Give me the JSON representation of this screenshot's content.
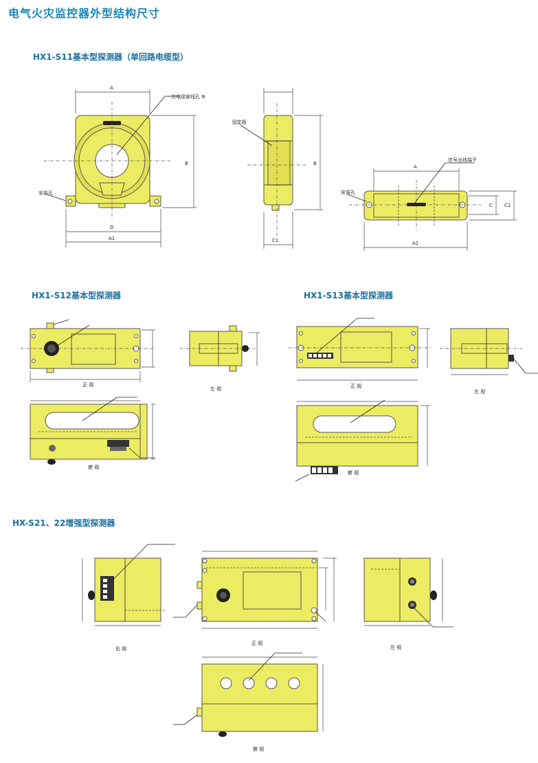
{
  "page_title": "电气火灾监控器外型结构尺寸",
  "sections": {
    "s11": "HX1-S11基本型探测器（单回路电缆型）",
    "s12": "HX1-S12基本型探测器",
    "s13": "HX1-S13基本型探测器",
    "s21": "HX-S21、22增强型探测器"
  },
  "labels": {
    "hole": "一次电缆穿线孔 Φ",
    "mount1": "安装孔",
    "plate": "固定板",
    "signal": "信号出线端子",
    "mount2": "安装孔"
  },
  "dims": {
    "A": "A",
    "B": "B",
    "D": "D",
    "A1": "A1",
    "C": "C",
    "C1": "C1"
  },
  "views": {
    "front": "正 视",
    "left": "左 视",
    "top": "俯 视",
    "right": "右 视"
  }
}
